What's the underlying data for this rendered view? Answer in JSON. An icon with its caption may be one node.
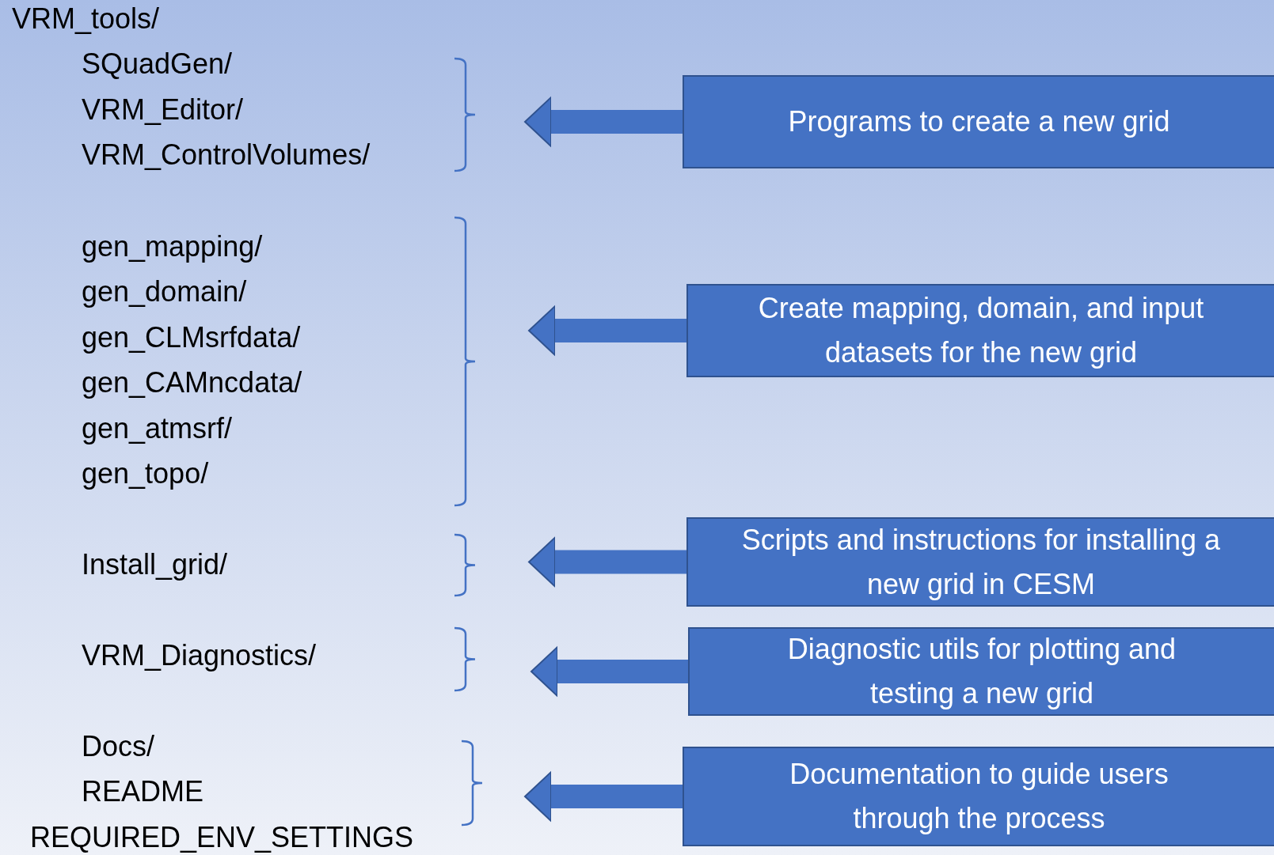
{
  "diagram": {
    "nodes": [
      {
        "text": [
          "SQuadGen/",
          "VRM_Editor/",
          "VRM_ControlVolumes/"
        ]
      },
      {
        "text": [
          "Programs to create a new grid"
        ]
      },
      {
        "text": [
          "gen_mapping/",
          "gen_domain/",
          "gen_CLMsrfdata/",
          "gen_CAMncdata/",
          "gen_atmsrf/",
          "gen_topo/"
        ]
      },
      {
        "text": [
          "Create mapping, domain, and input datasets for the new grid"
        ]
      },
      {
        "text": [
          "Install_grid/"
        ]
      },
      {
        "text": [
          "Scripts and instructions for installing a new grid in CESM"
        ]
      },
      {
        "text": [
          "VRM_Diagnostics/"
        ]
      },
      {
        "text": [
          "Diagnostic utils for plotting and testing a new grid"
        ]
      },
      {
        "text": [
          "Docs/",
          "README",
          "REQUIRED_ENV_SETTINGS"
        ]
      },
      {
        "text": [
          "Documentation to guide users through the process"
        ]
      }
    ],
    "edges": [
      {
        "from": 1,
        "to": 0,
        "arrow": "to"
      },
      {
        "from": 3,
        "to": 2,
        "arrow": "to"
      },
      {
        "from": 5,
        "to": 4,
        "arrow": "to"
      },
      {
        "from": 7,
        "to": 6,
        "arrow": "to"
      },
      {
        "from": 9,
        "to": 8,
        "arrow": "to"
      }
    ],
    "labels": [
      "VRM_tools/"
    ]
  }
}
